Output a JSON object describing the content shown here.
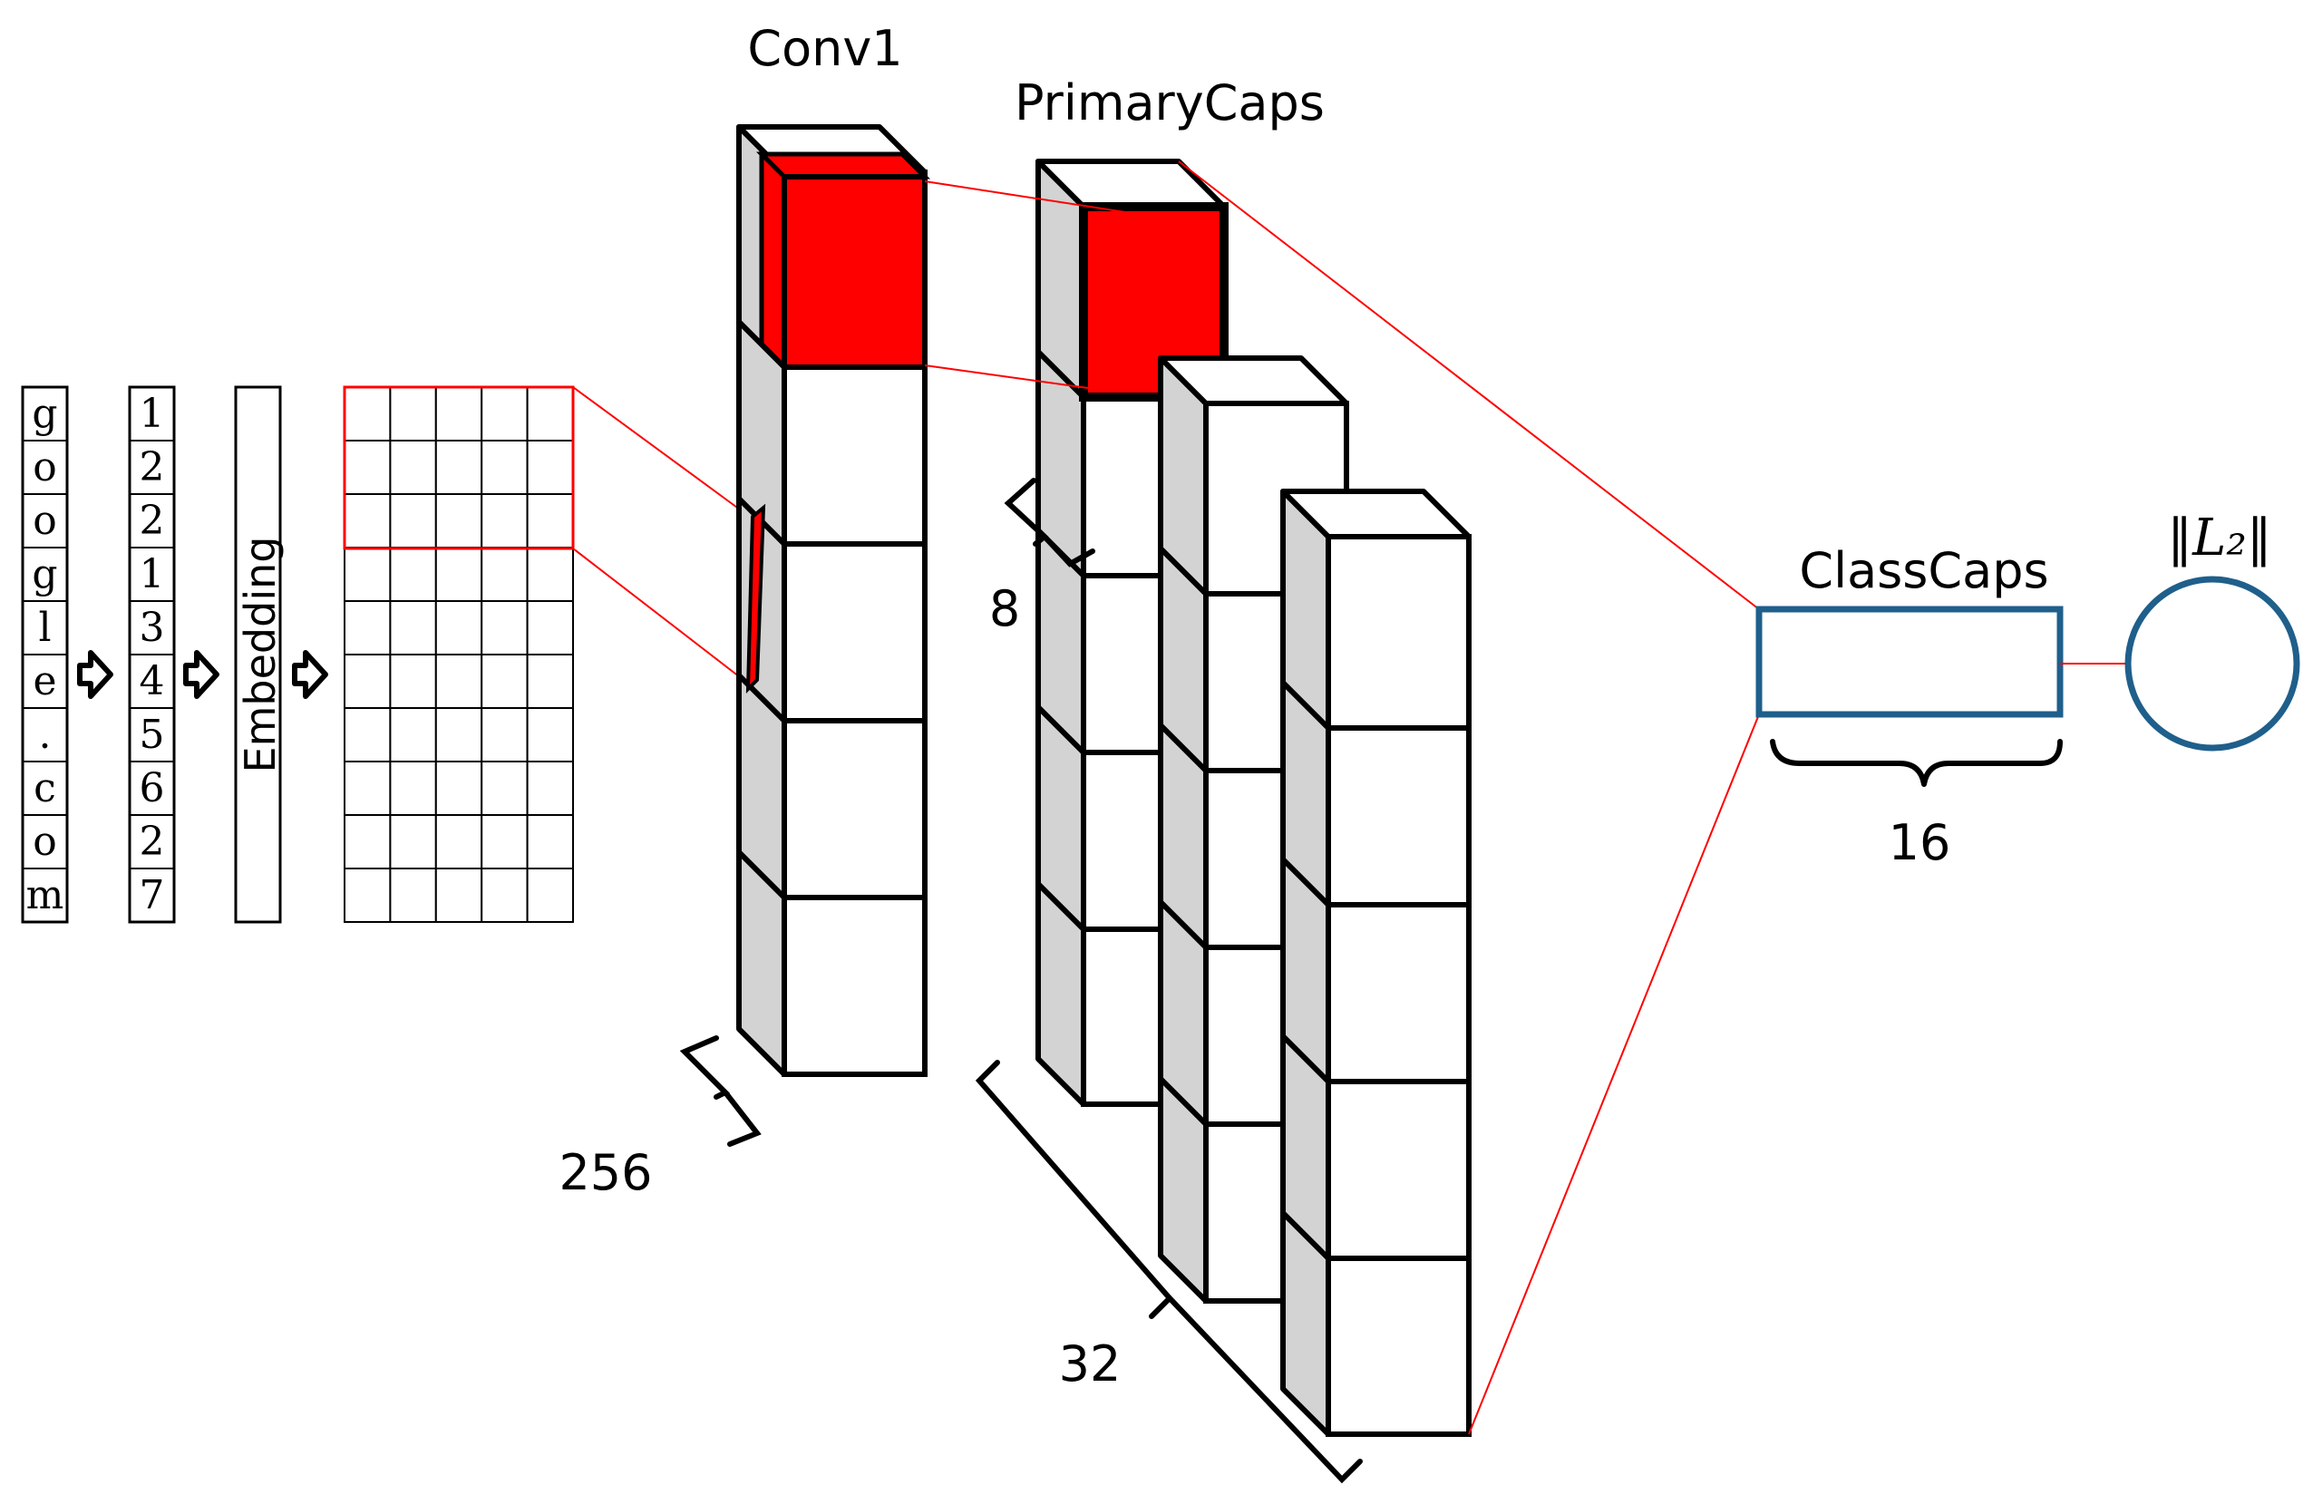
{
  "input_chars": [
    "g",
    "o",
    "o",
    "g",
    "l",
    "e",
    ".",
    "c",
    "o",
    "m"
  ],
  "input_indices": [
    "1",
    "2",
    "2",
    "1",
    "3",
    "4",
    "5",
    "6",
    "2",
    "7"
  ],
  "labels": {
    "embedding": "Embedding",
    "conv1": "Conv1",
    "primarycaps": "PrimaryCaps",
    "classcaps": "ClassCaps",
    "l2_norm": "‖L₂‖"
  },
  "dimensions": {
    "conv1_depth": "256",
    "capsule_dim": "8",
    "capsule_count": "32",
    "classcaps_dim": "16"
  },
  "colors": {
    "highlight": "#ff0000",
    "side_face": "#d3d3d3",
    "classcaps_stroke": "#1f5f8b",
    "connector": "#ff0000"
  }
}
